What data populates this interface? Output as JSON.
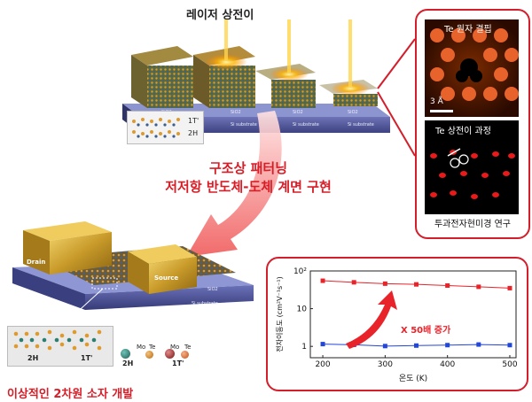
{
  "title_top": "레이저 상전이",
  "middle_title_line1": "구조상 패터닝",
  "middle_title_line2": "저저항 반도체-도체 계면 구현",
  "bottom_title": "이상적인 2차원 소자 개발",
  "top_device": {
    "sio2": "SiO2",
    "substrate": "Si substrate",
    "legend_1t": "1T'",
    "legend_2h": "2H"
  },
  "bottom_device": {
    "drain": "Drain",
    "source": "Source",
    "sio2": "SiO2",
    "substrate": "Si substrate",
    "label_2h": "2H",
    "label_1t": "1T'",
    "legend_mo": "Mo",
    "legend_te": "Te",
    "legend_2h": "2H",
    "legend_1t": "1T'"
  },
  "tem": {
    "panel1_title": "Te 원자 결핍",
    "scale_bar": "3 Å",
    "panel2_title": "Te 상전이 과정",
    "caption": "투과전자현미경 연구"
  },
  "chart_data": {
    "type": "line",
    "xlabel": "온도 (K)",
    "ylabel": "전자이동도 (cm²V⁻¹s⁻¹)",
    "xlim": [
      180,
      510
    ],
    "ylim_log": [
      0.5,
      100
    ],
    "yscale": "log",
    "xticks": [
      200,
      300,
      400,
      500
    ],
    "yticks": [
      1,
      10,
      100
    ],
    "ytick_labels": [
      "1",
      "10",
      "10²"
    ],
    "annotation": "X 50배 증가",
    "series": [
      {
        "color": "#e8232a",
        "x": [
          200,
          250,
          300,
          350,
          400,
          450,
          500
        ],
        "y": [
          55,
          50,
          46,
          44,
          41,
          38,
          35
        ]
      },
      {
        "color": "#2146d8",
        "x": [
          200,
          250,
          300,
          350,
          400,
          450,
          500
        ],
        "y": [
          1.15,
          1.1,
          1.02,
          1.05,
          1.08,
          1.12,
          1.08
        ]
      }
    ]
  }
}
